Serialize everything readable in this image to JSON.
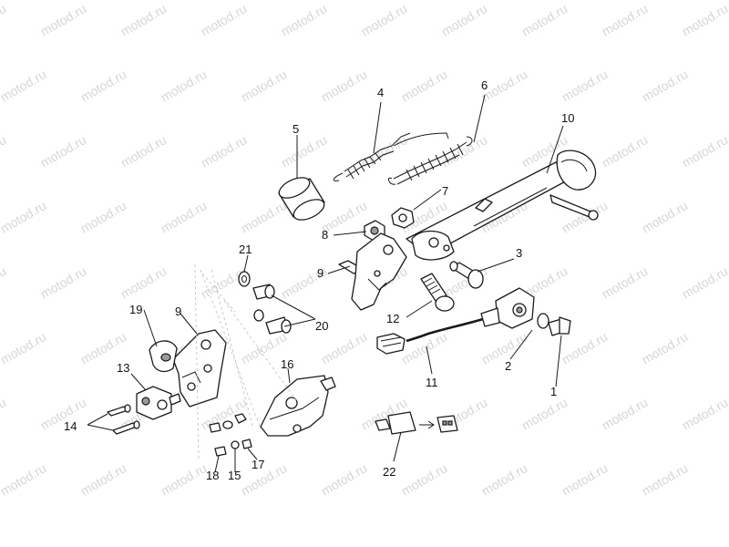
{
  "watermark": "motod.ru",
  "callouts": {
    "c1": "1",
    "c2": "2",
    "c3": "3",
    "c4": "4",
    "c5": "5",
    "c6": "6",
    "c7": "7",
    "c8": "8",
    "c9a": "9",
    "c9b": "9",
    "c10": "10",
    "c11": "11",
    "c12": "12",
    "c13": "13",
    "c14": "14",
    "c15": "15",
    "c16": "16",
    "c17": "17",
    "c18": "18",
    "c19": "19",
    "c20": "20",
    "c21": "21",
    "c22": "22"
  }
}
